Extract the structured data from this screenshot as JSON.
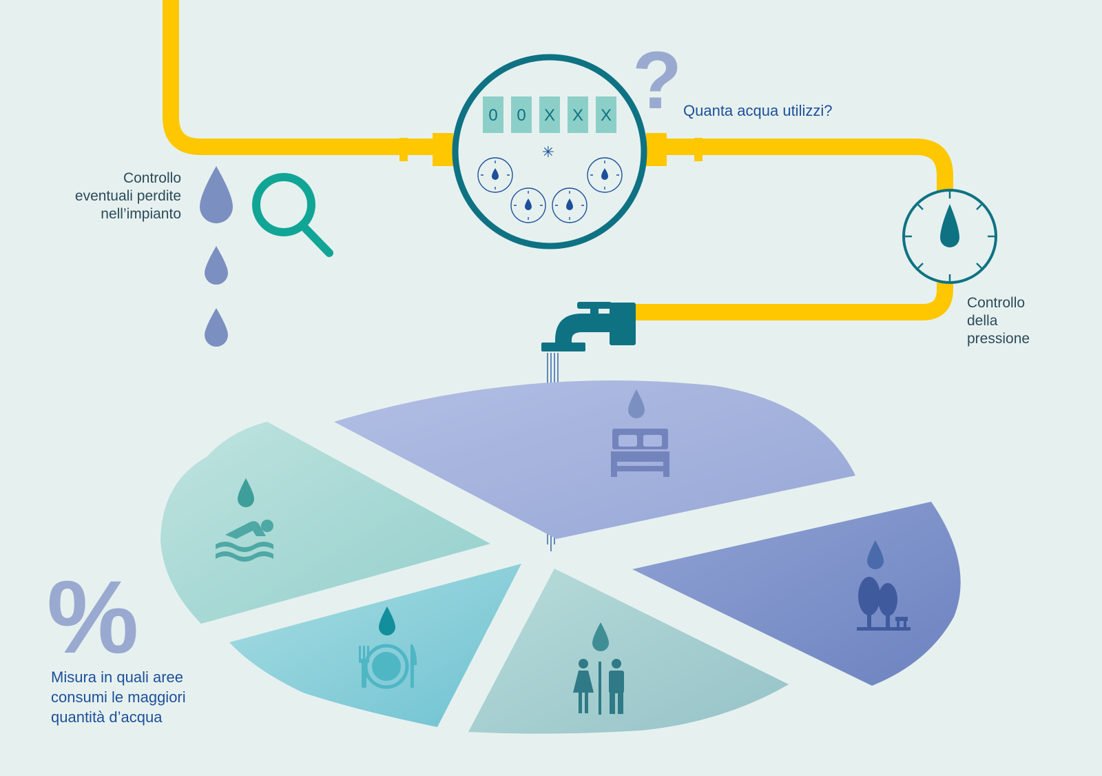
{
  "meter": {
    "digits": [
      "0",
      "0",
      "X",
      "X",
      "X"
    ],
    "center_symbol": "✳"
  },
  "labels": {
    "question_mark": "?",
    "question": "Quanta acqua utilizzi?",
    "leaks": "Controllo\neventuali perdite\nnell’impianto",
    "pressure": "Controllo\ndella\npressione",
    "percent_symbol": "%",
    "measure": "Misura in quali aree\nconsumi le maggiori\nquantità d’acqua"
  },
  "colors": {
    "background": "#e6f1ef",
    "pipe": "#ffc700",
    "teal_dark": "#0e7283",
    "teal_green": "#11a596",
    "drop_blue": "#7b90c0",
    "text_dark": "#2c4a5a",
    "text_blue": "#1d4f9a"
  },
  "pie_segments": [
    {
      "id": "bedroom",
      "icon": "bed-icon",
      "color": "#a2b0da"
    },
    {
      "id": "garden",
      "icon": "tree-bench-icon",
      "color": "#8093c9"
    },
    {
      "id": "bathroom",
      "icon": "restroom-icon",
      "color": "#a6cfd0"
    },
    {
      "id": "kitchen",
      "icon": "dining-icon",
      "color": "#8dd0da"
    },
    {
      "id": "pool",
      "icon": "swimmer-icon",
      "color": "#a5d6d3"
    }
  ]
}
